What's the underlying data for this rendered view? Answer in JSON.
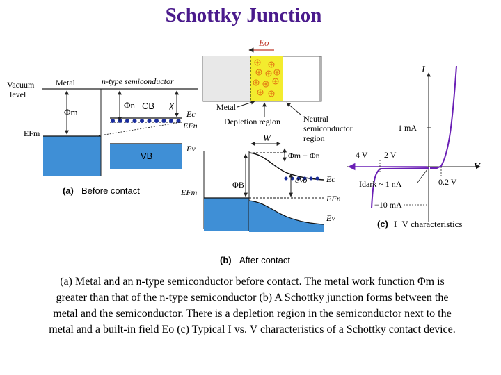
{
  "title": "Schottky Junction",
  "panel_a": {
    "vacuum_level": [
      "Vacuum",
      "level"
    ],
    "metal": "Metal",
    "n_type": "n-type semiconductor",
    "phi_m": "Φm",
    "phi_n": "Φn",
    "cb": "CB",
    "chi": "χ",
    "ec": "Ec",
    "efn": "EFn",
    "efm": "EFm",
    "vb": "VB",
    "ev": "Ev",
    "label_letter": "(a)",
    "label_text": "Before contact"
  },
  "panel_b": {
    "eo": "Eo",
    "metal": "Metal",
    "depletion": "Depletion region",
    "neutral": [
      "Neutral",
      "semiconductor",
      "region"
    ],
    "w": "W",
    "phi_diff": "Φm − Φn",
    "phi_b": "ΦB",
    "evo": "eVo",
    "ec": "Ec",
    "efm": "EFm",
    "efn": "EFn",
    "ev": "Ev",
    "label_letter": "(b)",
    "label_text": "After contact"
  },
  "panel_c": {
    "i_axis": "I",
    "v_axis": "V",
    "label_1ma": "1 mA",
    "label_4v": "4 V",
    "label_2v": "2 V",
    "label_02v": "0.2 V",
    "label_idark": "Idark ~ 1 nA",
    "label_m10ma": "−10 mA",
    "label_letter": "(c)",
    "label_text": "I−V characteristics"
  },
  "caption": [
    "(a) Metal and an n-type semiconductor before contact. The metal work function Φm is",
    "greater than that of the n-type semiconductor (b) A Schottky junction forms between the",
    "metal and the semiconductor. There is a depletion region in the semiconductor next to the",
    "metal and a built-in field Eo (c) Typical I vs. V characteristics of a Schottky contact device."
  ],
  "colors": {
    "title": "#4a1a8c",
    "metal_fill": "#3f8fd6",
    "depletion_fill": "#f3ec2e",
    "ion_color": "#e06b10",
    "curve": "#6a1fb5",
    "electron": "#1a2d9c"
  }
}
